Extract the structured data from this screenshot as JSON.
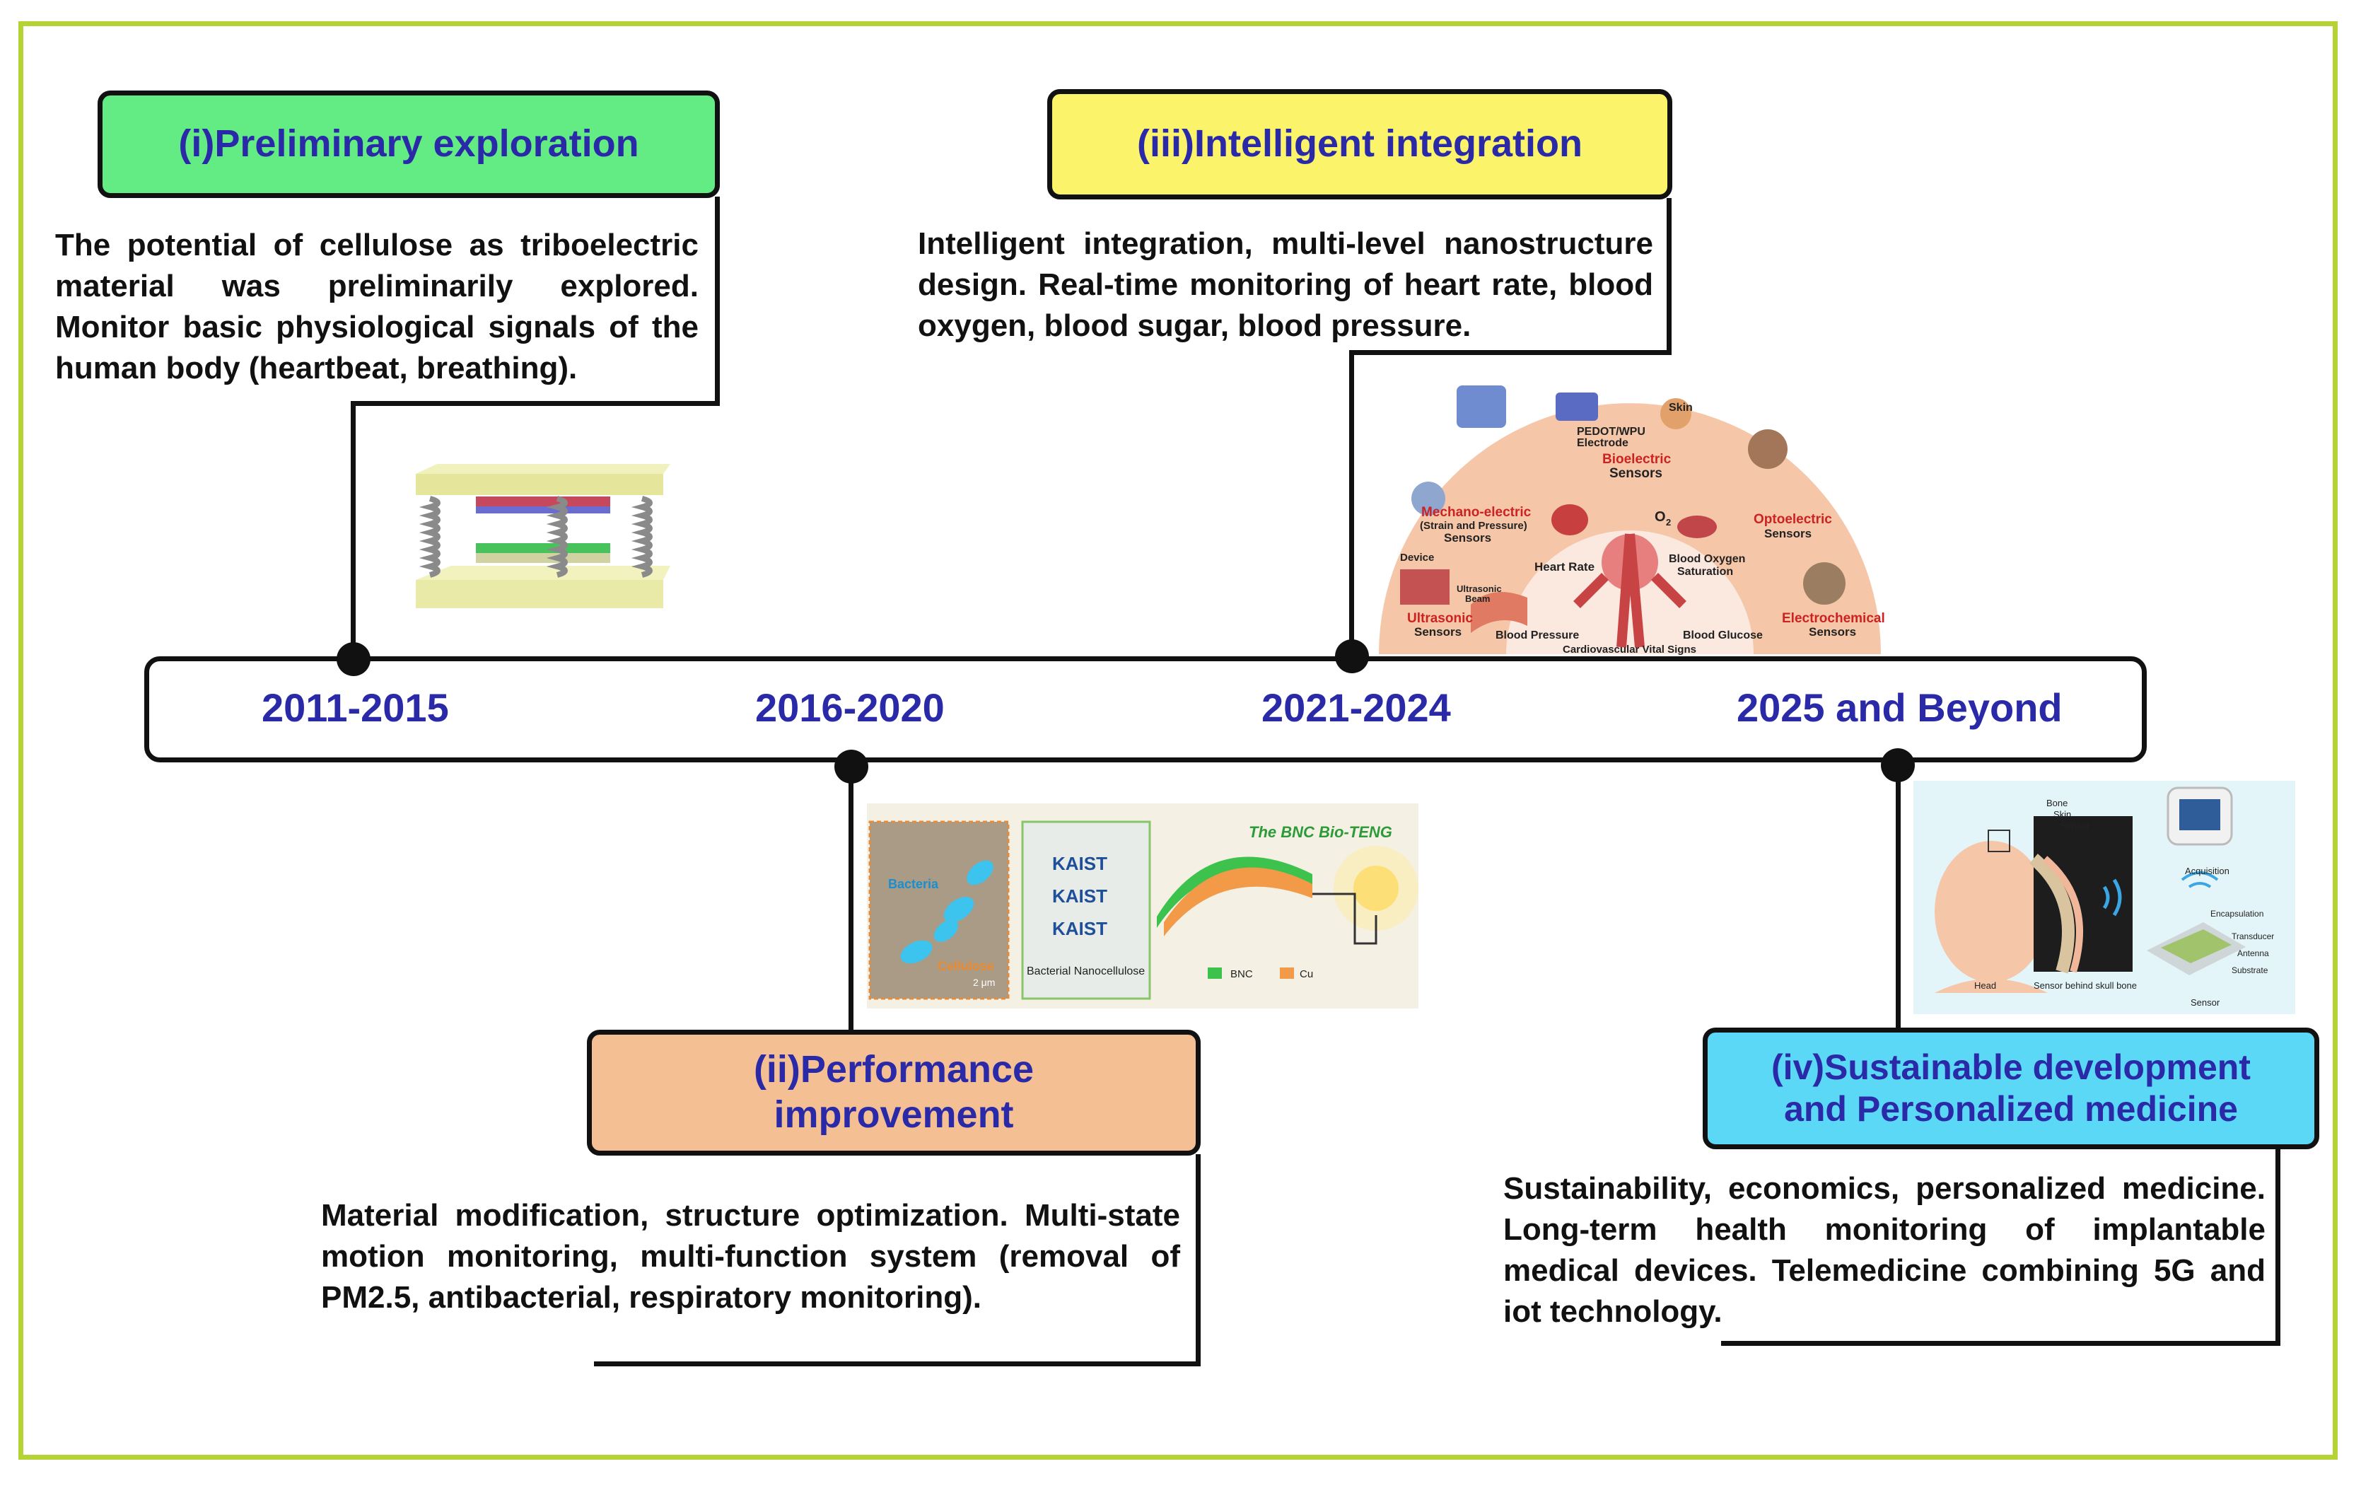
{
  "stages": [
    {
      "title": "(i)Preliminary exploration",
      "color": "#63ec84",
      "description": "The potential of cellulose as triboelectric material was preliminarily explored. Monitor basic physiological signals of the human body (heartbeat, breathing)."
    },
    {
      "title_line1": "(ii)Performance",
      "title_line2": "improvement",
      "color": "#f4bf93",
      "description": "Material modification, structure optimization. Multi-state motion monitoring, multi-function system (removal of PM2.5, antibacterial, respiratory monitoring)."
    },
    {
      "title": "(iii)Intelligent integration",
      "color": "#fbf36a",
      "description": "Intelligent integration, multi-level nanostructure design. Real-time monitoring of heart rate, blood oxygen, blood sugar, blood pressure."
    },
    {
      "title_line1": "(iv)Sustainable development",
      "title_line2": "and Personalized medicine",
      "color": "#5bd8f5",
      "description": "Sustainability, economics, personalized medicine. Long-term health monitoring of implantable medical devices. Telemedicine combining 5G and iot technology."
    }
  ],
  "periods": [
    "2011-2015",
    "2016-2020",
    "2021-2024",
    "2025 and Beyond"
  ],
  "figure_bnc": {
    "title": "The BNC Bio-TENG",
    "bacteria": "Bacteria",
    "cellulose": "Cellulose",
    "scale": "2 μm",
    "logo": "KAIST",
    "caption": "Bacterial Nanocellulose",
    "legend_bnc": "BNC",
    "legend_cu": "Cu"
  },
  "figure_cardio": {
    "center": "Cardiovascular Vital Signs",
    "mechano": "Mechano-electric",
    "mechano_sub": "(Strain and Pressure)",
    "sensors": "Sensors",
    "bioelectric": "Bioelectric",
    "optoelectric": "Optoelectric",
    "ultrasonic": "Ultrasonic",
    "electrochemical": "Electrochemical",
    "heart_rate": "Heart Rate",
    "blood_oxygen": "Blood Oxygen",
    "saturation": "Saturation",
    "blood_pressure": "Blood Pressure",
    "blood_glucose": "Blood Glucose",
    "pedot": "PEDOT/WPU",
    "electrode": "Electrode",
    "skin": "Skin",
    "device": "Device",
    "ultrasonic_beam": "Ultrasonic",
    "beam": "Beam",
    "o2": "O",
    "o2_sub": "2"
  },
  "figure_implant": {
    "bone": "Bone",
    "skin": "Skin",
    "sensor": "Sensor",
    "acquisition": "Acquisition",
    "encapsulation": "Encapsulation",
    "transducer": "Transducer",
    "antenna": "Antenna",
    "substrate": "Substrate",
    "head": "Head",
    "behind": "Sensor behind skull bone",
    "sensor_label": "Sensor"
  }
}
